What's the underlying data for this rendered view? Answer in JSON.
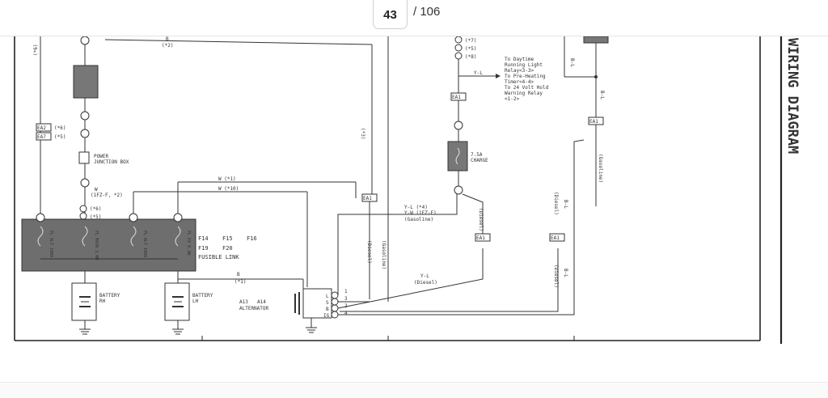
{
  "viewer": {
    "current_page": "43",
    "total_pages": "/ 106"
  },
  "diagram": {
    "side_title": "WIRING DIAGRAM",
    "power_junction_box": [
      "POWER",
      "JUNCTION BOX"
    ],
    "fusible_link_label": "FUSIBLE LINK",
    "fusible_links": [
      "F14",
      "F15",
      "F16",
      "F19",
      "F20"
    ],
    "battery_rh": [
      "BATTERY",
      "RH"
    ],
    "battery_lh": [
      "BATTERY",
      "LH"
    ],
    "alternator_label": [
      "A13",
      "A14",
      "ALTERNATOR"
    ],
    "charge_fuse": [
      "7.5A",
      "CHARGE"
    ],
    "daytime_relay_note": [
      "To Daytime",
      "Running Light",
      "Relay<3-3>",
      "To Pre-Heating",
      "Timer<4-4>",
      "To 24 Volt Hold",
      "Warning Relay",
      "<1-2>"
    ],
    "connectors": [
      "EA2",
      "EA7",
      "EA1",
      "EA1",
      "EA1",
      "EA1",
      "EA1"
    ],
    "wire_labels": {
      "b_star2": [
        "B",
        "(*2)"
      ],
      "w_star1": "W (*1)",
      "w_star10": "W (*10)",
      "w_1fz": [
        "W",
        "(1FZ-F, *2)"
      ],
      "b_star1": [
        "B",
        "(*1)"
      ],
      "yl_star4": [
        "Y-L (*4)",
        "Y-W (1FZ-F)",
        "(Gasoline)"
      ],
      "yl_diesel": [
        "Y-L",
        "(Diesel)"
      ],
      "yl": "Y-L",
      "bl": "B-L",
      "gasoline": "(Gasoline)",
      "diesel": "(Diesel)",
      "star6": "(*6)",
      "star5": "(*5)",
      "star7": "(*7)",
      "star8": "(*8)",
      "star3": "(*3)"
    },
    "fuse_inline_labels": [
      "FL ALT 100A",
      "FL MAIN 3.0W",
      "FL ALT 100A",
      "FL EX 0.3W"
    ],
    "terminals": [
      "L",
      "S",
      "B",
      "IG",
      "1",
      "3",
      "2",
      "4"
    ]
  }
}
